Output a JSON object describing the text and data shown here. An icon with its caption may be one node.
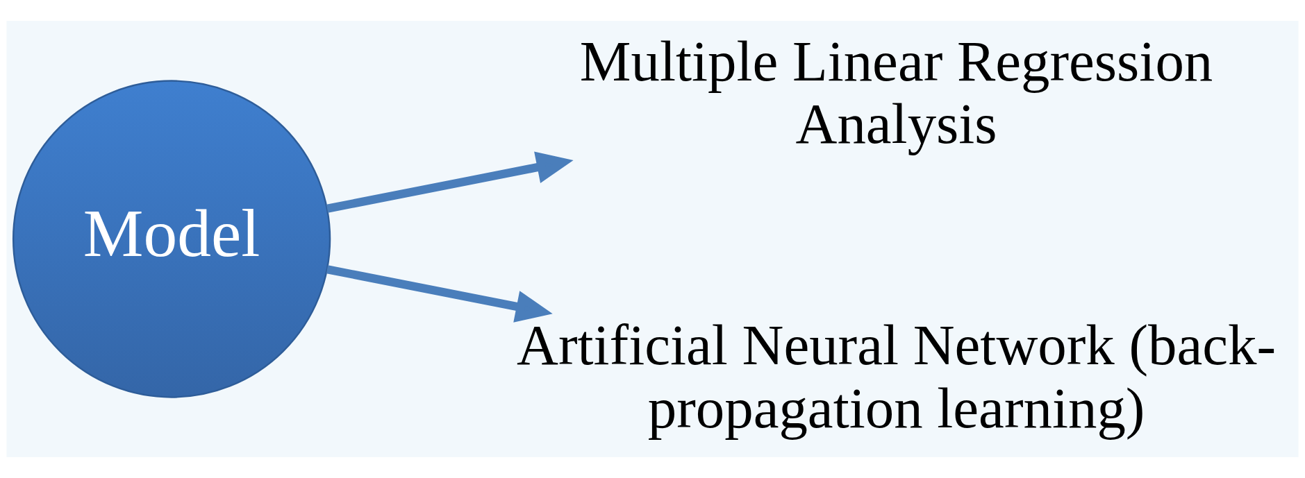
{
  "diagram": {
    "nodes": [
      {
        "text": [
          "Model"
        ]
      },
      {
        "text": [
          "Multiple Linear Regression Analysis"
        ]
      },
      {
        "text": [
          "Artificial Neural Network (back-propagation learning)"
        ]
      }
    ],
    "edges": [
      {
        "from": 0,
        "to": 1,
        "arrow": "to"
      },
      {
        "from": 0,
        "to": 2,
        "arrow": "to"
      }
    ]
  }
}
